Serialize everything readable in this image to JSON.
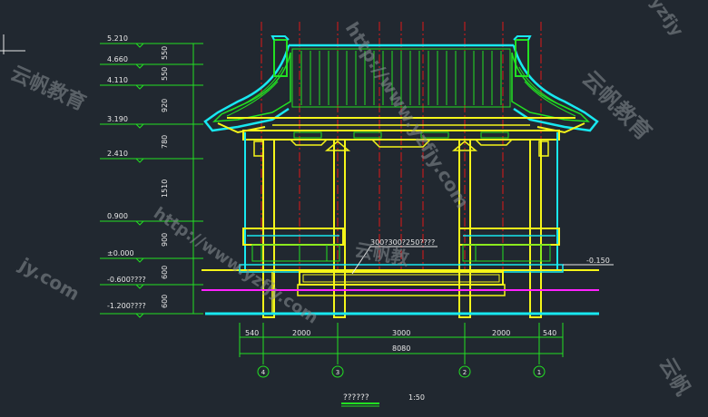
{
  "elevation_labels": [
    "5.210",
    "4.660",
    "4.110",
    "3.190",
    "2.410",
    "0.900",
    "±0.000",
    "-0.600????",
    "-1.200????"
  ],
  "vertical_dims": [
    "550",
    "550",
    "920",
    "780",
    "1510",
    "900",
    "600",
    "600"
  ],
  "horizontal_dims": [
    "540",
    "2000",
    "3000",
    "2000",
    "540"
  ],
  "total_dim": "8080",
  "axis_labels": [
    "4",
    "3",
    "2",
    "1"
  ],
  "annotation_floor": "300?300?250????",
  "annotation_right": "-0.150",
  "title": "??????",
  "scale": "1:50",
  "watermarks": [
    "http://www.yzfjy.com",
    "云帆教育",
    "http://www.yzfjy.com",
    "云帆教育",
    "yzfjy",
    "云帆教",
    "jy.com",
    "云帆"
  ],
  "colors": {
    "background": "#212830",
    "yellow": "#f5f519",
    "green": "#22e022",
    "cyan": "#18e8f0",
    "red": "#e01818",
    "magenta": "#ff22ff",
    "white": "#e8e8e8"
  }
}
